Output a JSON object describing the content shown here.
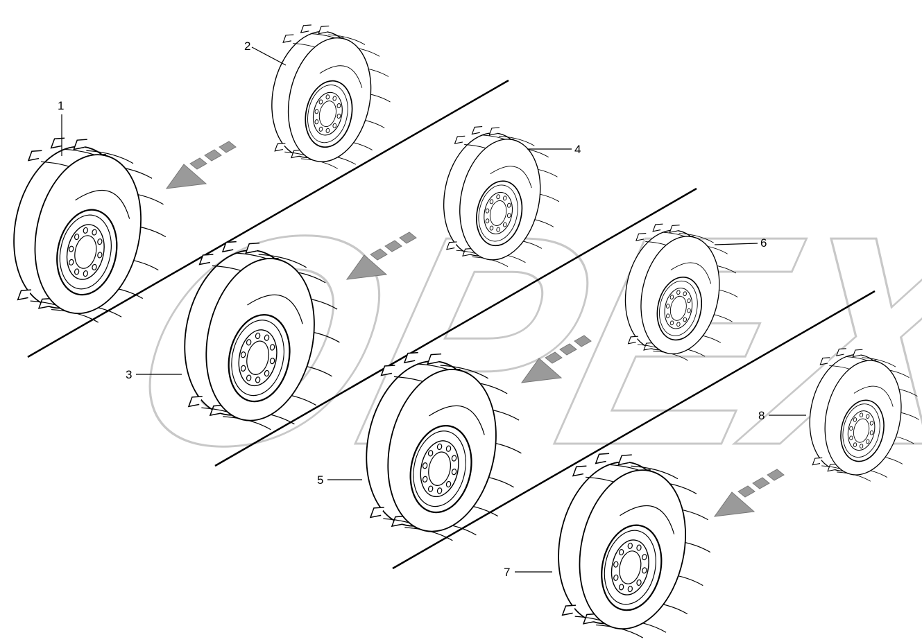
{
  "watermark": {
    "text": "OPEX",
    "color": "#c8c8c8"
  },
  "callouts": [
    {
      "label": "1",
      "position": "1"
    },
    {
      "label": "2",
      "position": "2"
    },
    {
      "label": "3",
      "position": "3"
    },
    {
      "label": "4",
      "position": "4"
    },
    {
      "label": "5",
      "position": "5"
    },
    {
      "label": "6",
      "position": "6"
    },
    {
      "label": "7",
      "position": "7"
    },
    {
      "label": "8",
      "position": "8"
    }
  ],
  "colors": {
    "line": "#000000",
    "arrow_fill": "#9a9a9a"
  }
}
